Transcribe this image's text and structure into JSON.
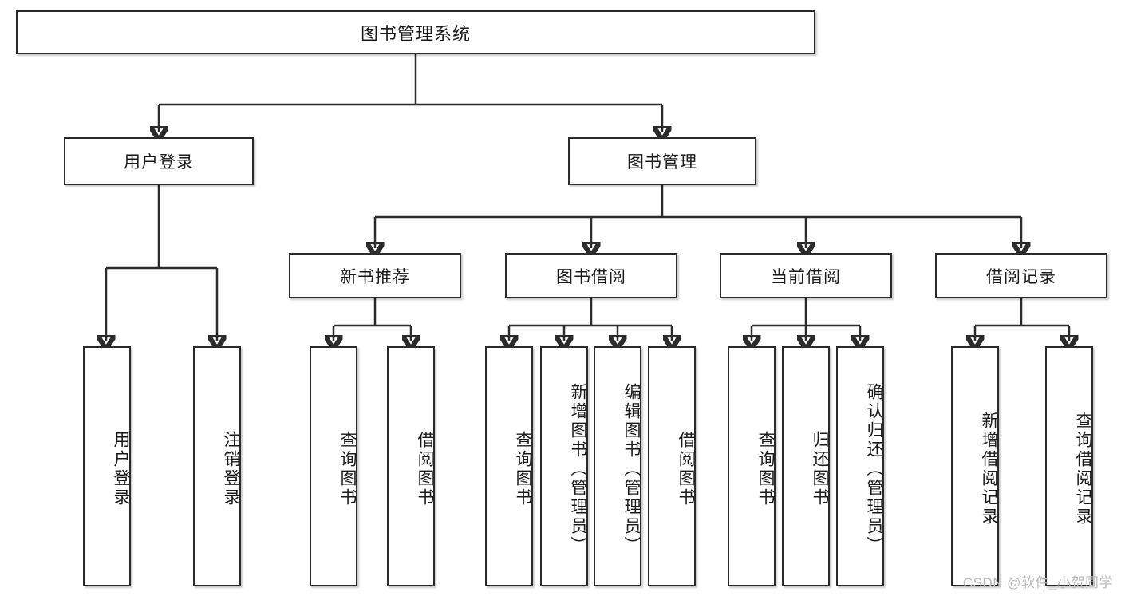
{
  "diagram": {
    "type": "tree",
    "title": "图书管理系统",
    "watermark": "CSDN @软件_小贺同学",
    "colors": {
      "border": "#2b2b2b",
      "text": "#1a1a1a",
      "background": "#ffffff",
      "watermark": "#b9b9b9"
    },
    "nodes": {
      "root": {
        "label": "图书管理系统"
      },
      "level2": [
        {
          "label": "用户登录"
        },
        {
          "label": "图书管理"
        }
      ],
      "level3": [
        {
          "label": "新书推荐"
        },
        {
          "label": "图书借阅"
        },
        {
          "label": "当前借阅"
        },
        {
          "label": "借阅记录"
        }
      ],
      "leaves": {
        "user_login": [
          {
            "label": "用户登录"
          },
          {
            "label": "注销登录"
          }
        ],
        "new_book_recommend": [
          {
            "label": "查询图书"
          },
          {
            "label": "借阅图书"
          }
        ],
        "book_borrow": [
          {
            "label": "查询图书"
          },
          {
            "label": "新增图书（管理员）"
          },
          {
            "label": "编辑图书（管理员）"
          },
          {
            "label": "借阅图书"
          }
        ],
        "current_borrow": [
          {
            "label": "查询图书"
          },
          {
            "label": "归还图书"
          },
          {
            "label": "确认归还（管理员）"
          }
        ],
        "borrow_record": [
          {
            "label": "新增借阅记录"
          },
          {
            "label": "查询借阅记录"
          }
        ]
      }
    }
  }
}
